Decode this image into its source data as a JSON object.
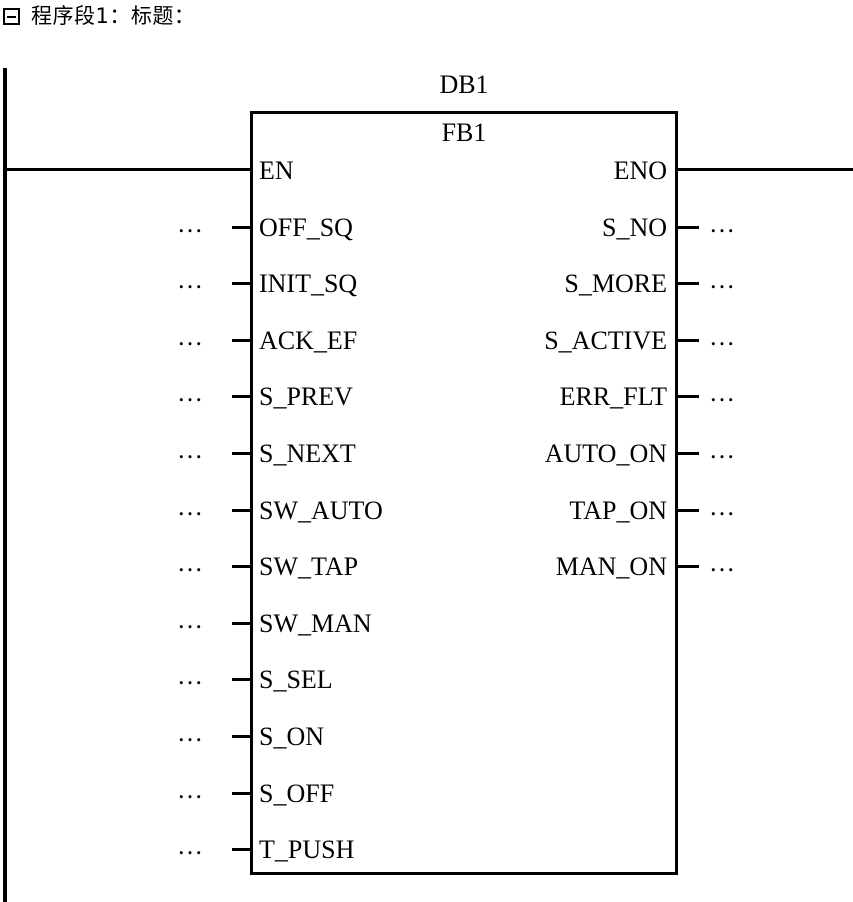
{
  "network": {
    "collapse_icon": "collapse-minus-box-icon",
    "title": "程序段1：标题："
  },
  "block": {
    "instance_name": "DB1",
    "type_name": "FB1",
    "en_label": "EN",
    "eno_label": "ENO",
    "unconnected_marker": "…",
    "inputs": [
      {
        "name": "EN",
        "has_marker": false
      },
      {
        "name": "OFF_SQ",
        "has_marker": true
      },
      {
        "name": "INIT_SQ",
        "has_marker": true
      },
      {
        "name": "ACK_EF",
        "has_marker": true
      },
      {
        "name": "S_PREV",
        "has_marker": true
      },
      {
        "name": "S_NEXT",
        "has_marker": true
      },
      {
        "name": "SW_AUTO",
        "has_marker": true
      },
      {
        "name": "SW_TAP",
        "has_marker": true
      },
      {
        "name": "SW_MAN",
        "has_marker": true
      },
      {
        "name": "S_SEL",
        "has_marker": true
      },
      {
        "name": "S_ON",
        "has_marker": true
      },
      {
        "name": "S_OFF",
        "has_marker": true
      },
      {
        "name": "T_PUSH",
        "has_marker": true
      }
    ],
    "outputs": [
      {
        "name": "ENO",
        "has_marker": false
      },
      {
        "name": "S_NO",
        "has_marker": true
      },
      {
        "name": "S_MORE",
        "has_marker": true
      },
      {
        "name": "S_ACTIVE",
        "has_marker": true
      },
      {
        "name": "ERR_FLT",
        "has_marker": true
      },
      {
        "name": "AUTO_ON",
        "has_marker": true
      },
      {
        "name": "TAP_ON",
        "has_marker": true
      },
      {
        "name": "MAN_ON",
        "has_marker": true
      }
    ]
  },
  "colors": {
    "line": "#000000",
    "background": "#ffffff",
    "text": "#000000"
  }
}
